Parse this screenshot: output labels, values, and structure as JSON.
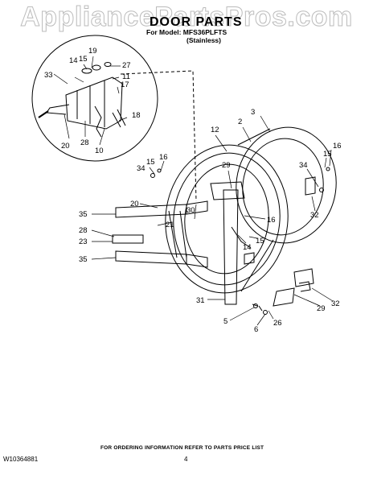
{
  "watermark": "AppliancePartsPros.com",
  "header": {
    "title": "DOOR PARTS",
    "model_line": "For Model: MFS36PLFTS",
    "variant": "(Stainless)"
  },
  "callouts": {
    "c19": "19",
    "c15a": "15",
    "c14a": "14",
    "c33": "33",
    "c27": "27",
    "c11": "11",
    "c17": "17",
    "c18": "18",
    "c20a": "20",
    "c28a": "28",
    "c10": "10",
    "c3": "3",
    "c12": "12",
    "c2": "2",
    "c16a": "16",
    "c15b": "15",
    "c34a": "34",
    "c16b": "16",
    "c15c": "15",
    "c34b": "34",
    "c29a": "29",
    "c20b": "20",
    "c30": "30",
    "c21": "21",
    "c35a": "35",
    "c28b": "28",
    "c23": "23",
    "c35b": "35",
    "c16c": "16",
    "c14b": "14",
    "c15d": "15",
    "c32a": "32",
    "c31": "31",
    "c5": "5",
    "c6": "6",
    "c26": "26",
    "c29b": "29",
    "c32b": "32"
  },
  "footer": {
    "ordering_note": "FOR ORDERING INFORMATION REFER TO PARTS PRICE LIST",
    "doc_number": "W10364881",
    "page_number": "4"
  }
}
